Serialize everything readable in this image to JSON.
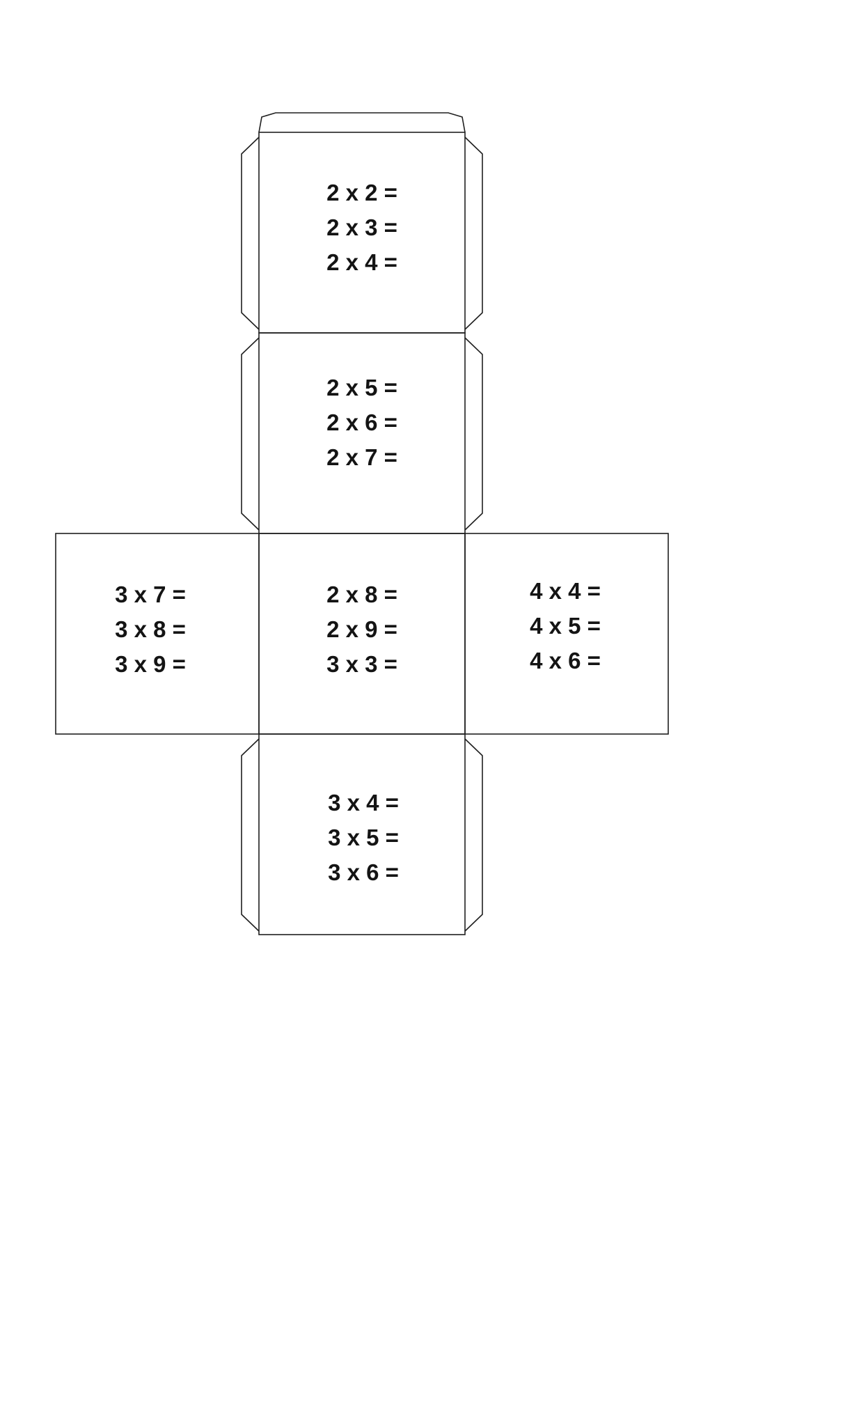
{
  "figure": {
    "name": "multiplication-cube-net",
    "description": "Printable fold-up cube net worksheet with multiplication problems on each face"
  },
  "colors": {
    "line": "#1f1f1f",
    "text": "#141414",
    "page_background": "#ffffff"
  },
  "faces": {
    "face_top": {
      "position": "top",
      "lines": [
        "2 x 2 =",
        "2 x 3 =",
        "2 x 4 ="
      ]
    },
    "face_upper": {
      "position": "upper-middle",
      "lines": [
        "2 x 5 =",
        "2 x 6 =",
        "2 x 7 ="
      ]
    },
    "face_left": {
      "position": "middle-left",
      "lines": [
        "3 x 7 =",
        "3 x 8 =",
        "3 x 9 ="
      ]
    },
    "face_center": {
      "position": "middle-center",
      "lines": [
        "2 x 8 =",
        "2 x 9 =",
        "3 x 3 ="
      ]
    },
    "face_right": {
      "position": "middle-right",
      "lines": [
        "4 x 4 =",
        "4 x 5 =",
        "4 x 6 ="
      ]
    },
    "face_bottom": {
      "position": "bottom",
      "lines": [
        "3 x 4 =",
        "3 x 5 =",
        "3 x 6 ="
      ]
    }
  }
}
